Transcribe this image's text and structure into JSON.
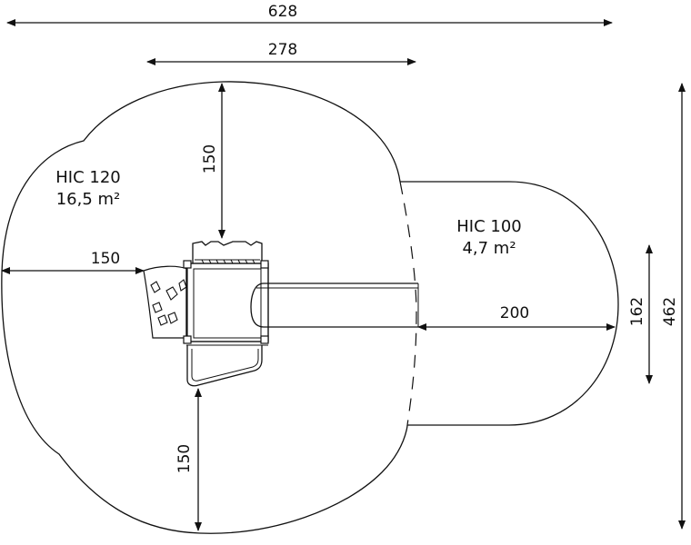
{
  "colors": {
    "line": "#111111",
    "background": "#ffffff"
  },
  "zones": [
    {
      "code": "HIC 120",
      "area": "16,5 m²"
    },
    {
      "code": "HIC 100",
      "area": "4,7 m²"
    }
  ],
  "dimensions": {
    "overall_width": "628",
    "platform_width": "278",
    "top_clearance": "150",
    "left_clearance": "150",
    "bottom_clearance": "150",
    "slide_clearance": "200",
    "slide_zone_height": "162",
    "overall_height": "462"
  }
}
